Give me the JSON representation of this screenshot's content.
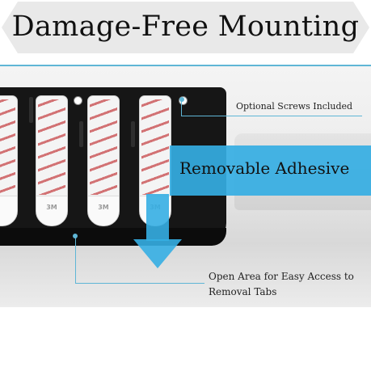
{
  "title": "Damage-Free Mounting",
  "callouts": {
    "screws": "Optional Screws Included",
    "adhesive": "Removable Adhesive",
    "open_area_line1": "Open Area for Easy Access to",
    "open_area_line2": "Removal Tabs"
  },
  "strip": {
    "brand": "3M"
  },
  "colors": {
    "accent_blue": "#35aee3",
    "line_blue": "#5fb6d6",
    "banner_fill": "#e9e9e9",
    "rack": "#161616",
    "adhesive_print": "#c7474a"
  },
  "icons": [
    "screw-hole-icon",
    "down-arrow-icon"
  ]
}
